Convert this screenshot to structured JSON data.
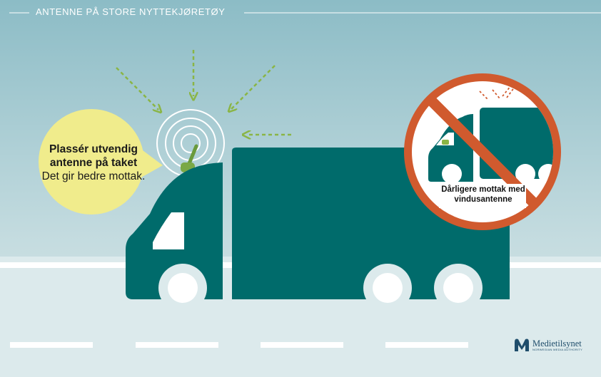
{
  "header": {
    "title": "ANTENNE PÅ STORE NYTTEKJØRETØY"
  },
  "bubble": {
    "headline": "Plassér utvendig antenne på taket",
    "subtext": "Det gir bedre mottak."
  },
  "no_sign": {
    "caption": "Dårligere mottak med vindusantenne"
  },
  "logo": {
    "name": "Medietilsynet",
    "tagline": "NORWEGIAN MEDIA AUTHORITY"
  },
  "icons": [
    "truck-icon",
    "signal-rings-icon",
    "signal-arrows-icon",
    "antenna-icon",
    "prohibited-sign-icon",
    "window-antenna-truck-icon",
    "medietilsynet-logo-icon"
  ],
  "colors": {
    "sky_top": "#8cbcc6",
    "sky_bottom": "#dce9ea",
    "truck": "#006b6b",
    "bubble": "#f0ec8c",
    "arrows": "#8ab546",
    "prohibited_red": "#d05a2e"
  }
}
